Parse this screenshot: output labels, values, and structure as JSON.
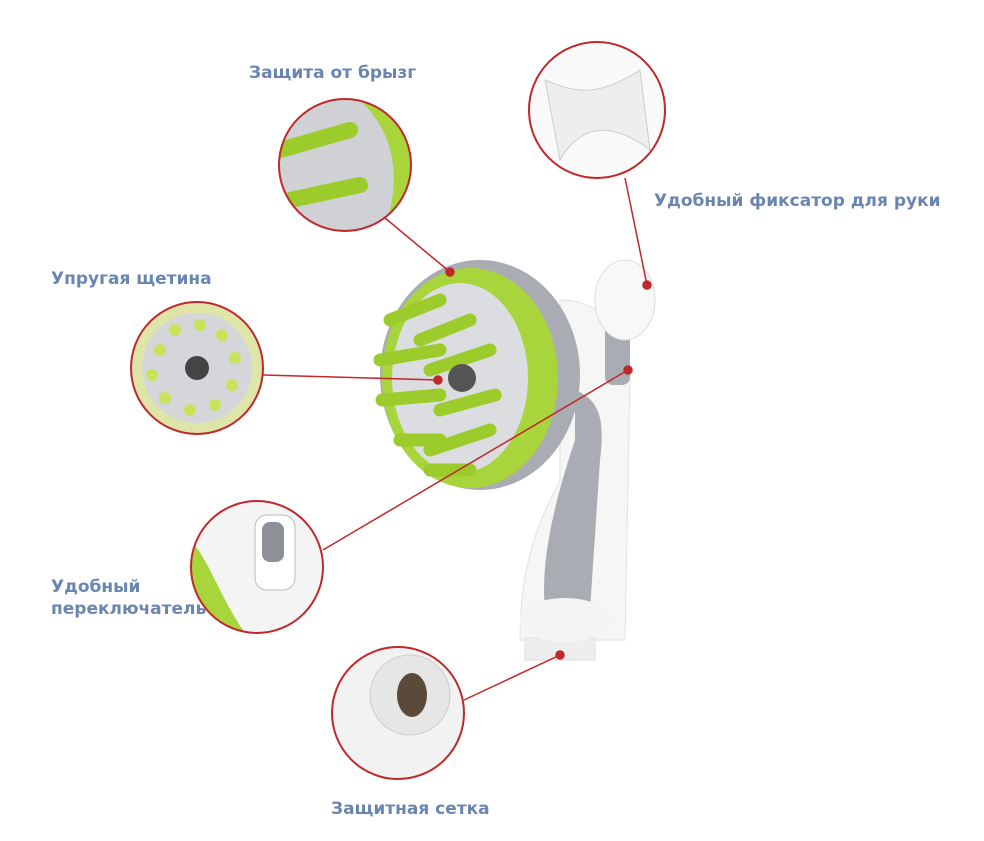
{
  "labels": {
    "splash_guard": "Защита от брызг",
    "hand_holder": "Удобный фиксатор для руки",
    "bristles": "Упругая щетина",
    "switch_line1": "Удобный",
    "switch_line2": "переключатель",
    "mesh": "Защитная сетка"
  },
  "colors": {
    "label": "#6a86b0",
    "callout": "#c0282b",
    "green": "#a8d43c",
    "gray": "#a9adb3"
  }
}
